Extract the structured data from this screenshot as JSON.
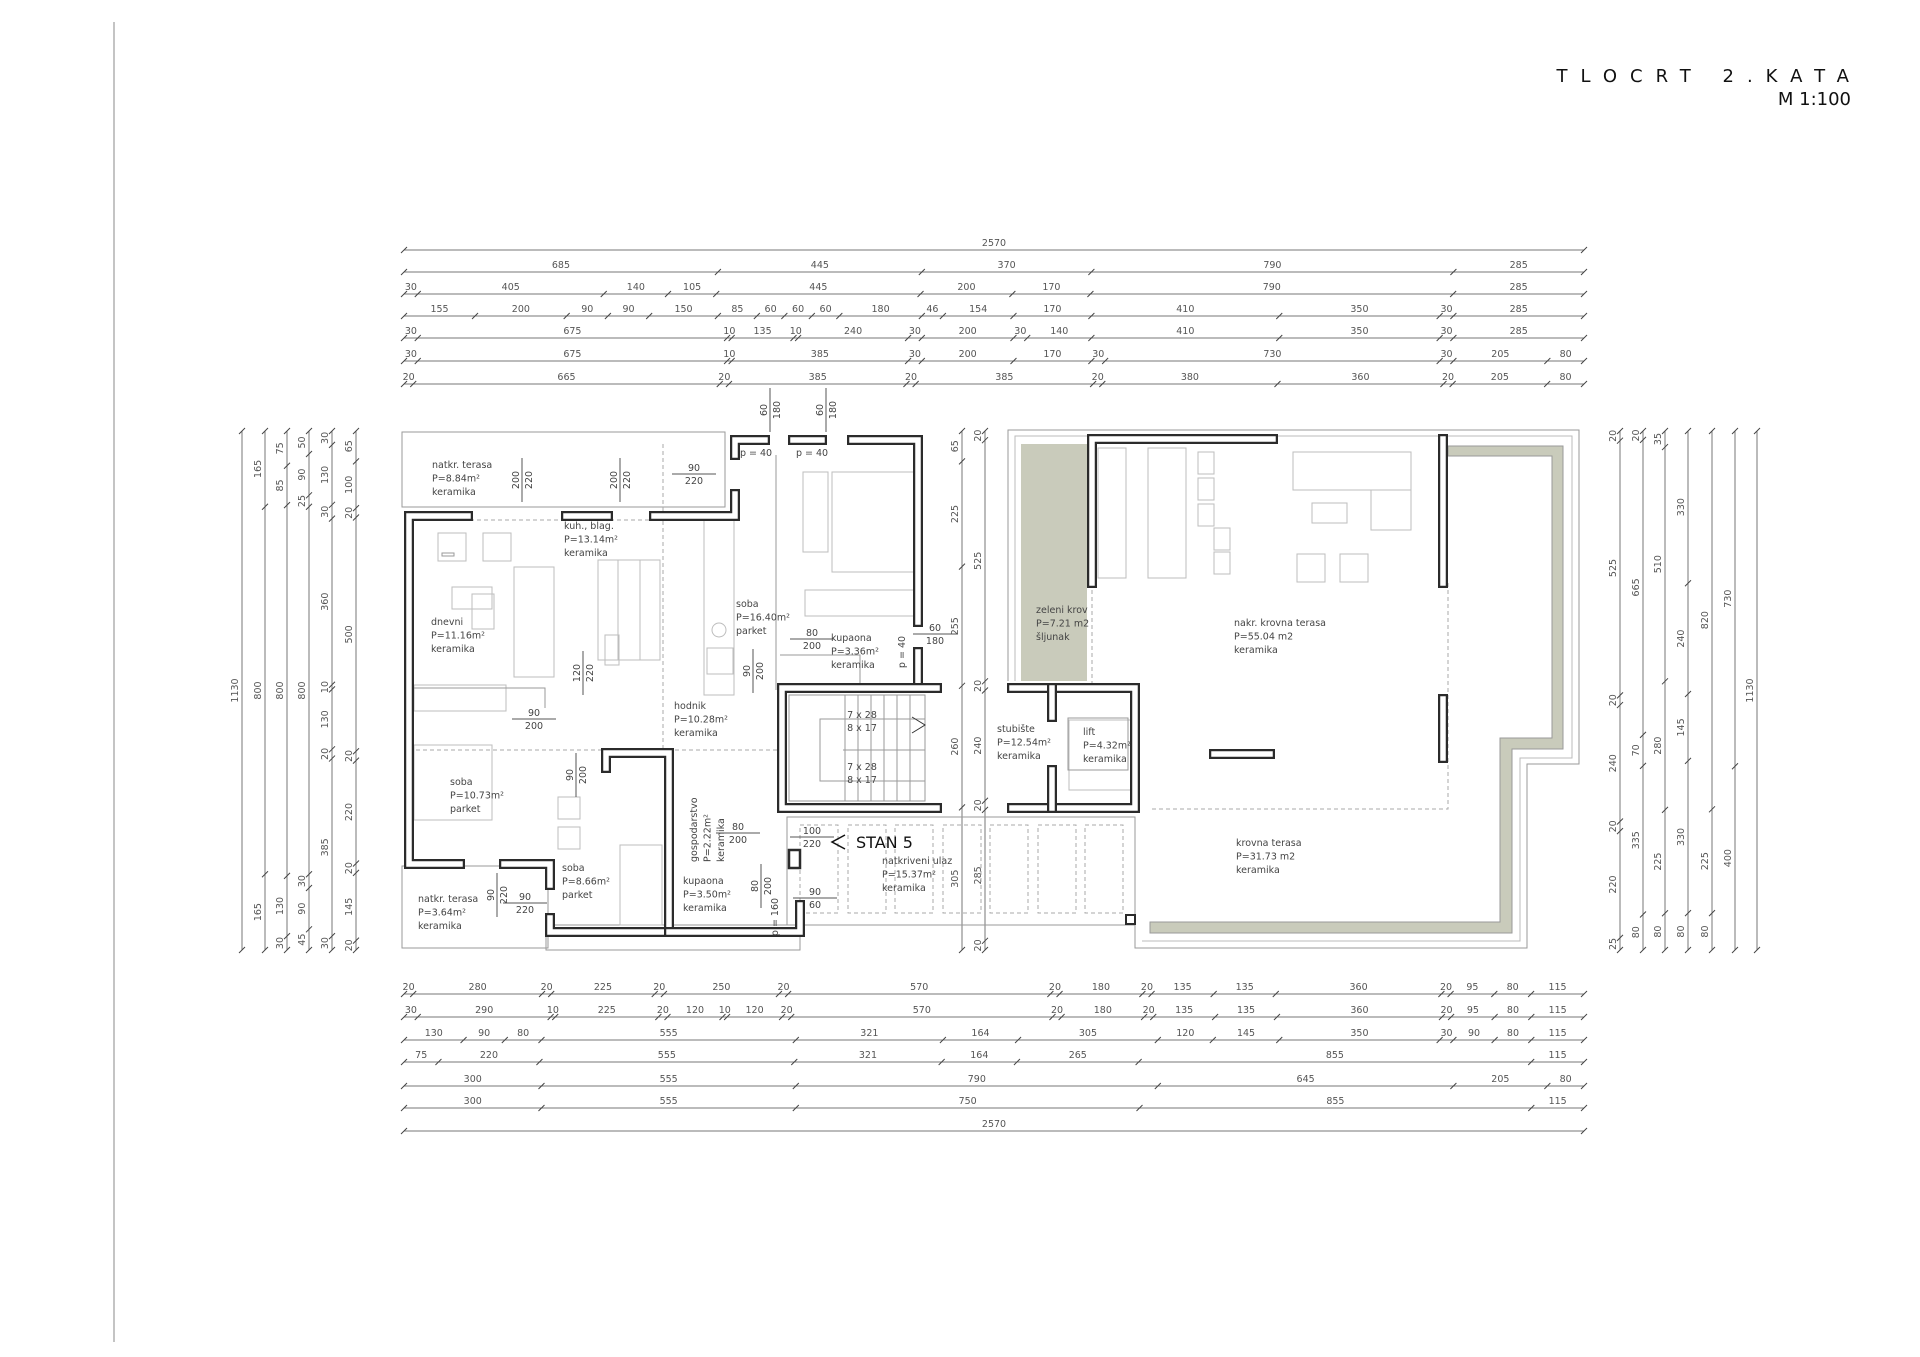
{
  "title": {
    "name": "TLOCRT 2.KATA",
    "scale": "M 1:100"
  },
  "unit_label": "STAN 5",
  "rooms": [
    {
      "name": "natkr. terasa",
      "area": "P=8.84m²",
      "floor": "keramika"
    },
    {
      "name": "kuh., blag.",
      "area": "P=13.14m²",
      "floor": "keramika"
    },
    {
      "name": "dnevni",
      "area": "P=11.16m²",
      "floor": "keramika"
    },
    {
      "name": "soba",
      "area": "P=16.40m²",
      "floor": "parket"
    },
    {
      "name": "kupaona",
      "area": "P=3.36m²",
      "floor": "keramika"
    },
    {
      "name": "hodnik",
      "area": "P=10.28m²",
      "floor": "keramika"
    },
    {
      "name": "soba",
      "area": "P=10.73m²",
      "floor": "parket"
    },
    {
      "name": "soba",
      "area": "P=8.66m²",
      "floor": "parket"
    },
    {
      "name": "natkr. terasa",
      "area": "P=3.64m²",
      "floor": "keramika"
    },
    {
      "name": "gospodarstvo",
      "area": "P=2.22m²",
      "floor": "keramika"
    },
    {
      "name": "kupaona",
      "area": "P=3.50m²",
      "floor": "keramika"
    },
    {
      "name": "natkriveni ulaz",
      "area": "P=15.37m²",
      "floor": "keramika"
    },
    {
      "name": "stubište",
      "area": "P=12.54m²",
      "floor": "keramika"
    },
    {
      "name": "lift",
      "area": "P=4.32m²",
      "floor": "keramika"
    },
    {
      "name": "zeleni krov",
      "area": "P=7.21 m2",
      "floor": "šljunak"
    },
    {
      "name": "nakr. krovna terasa",
      "area": "P=55.04 m2",
      "floor": "keramika"
    },
    {
      "name": "krovna terasa",
      "area": "P=31.73 m2",
      "floor": "keramika"
    }
  ],
  "stairs": [
    "7 x 28",
    "8 x 17",
    "7 x 28",
    "8 x 17"
  ],
  "door_labels": [
    [
      "200",
      "220"
    ],
    [
      "200",
      "220"
    ],
    [
      "90",
      "220"
    ],
    [
      "80",
      "200"
    ],
    [
      "90",
      "200"
    ],
    [
      "120",
      "220"
    ],
    [
      "90",
      "200"
    ],
    [
      "90",
      "200"
    ],
    [
      "80",
      "200"
    ],
    [
      "100",
      "220"
    ],
    [
      "90",
      "220"
    ],
    [
      "90",
      "220"
    ],
    [
      "80",
      "200"
    ],
    [
      "90",
      "60"
    ],
    [
      "60",
      "180"
    ],
    [
      "60",
      "180"
    ],
    [
      "60",
      "180"
    ]
  ],
  "notes": [
    "p = 40",
    "p = 40",
    "p = 40",
    "p = 160"
  ],
  "dimensions": {
    "top": [
      [
        2570
      ],
      [
        685,
        445,
        370,
        790,
        285
      ],
      [
        30,
        405,
        140,
        105,
        445,
        200,
        170,
        790,
        285
      ],
      [
        155,
        200,
        90,
        90,
        150,
        85,
        60,
        60,
        60,
        180,
        46,
        154,
        170,
        410,
        350,
        30,
        285
      ],
      [
        30,
        675,
        10,
        135,
        10,
        240,
        30,
        200,
        30,
        140,
        410,
        350,
        30,
        285
      ],
      [
        30,
        675,
        10,
        385,
        30,
        200,
        170,
        30,
        730,
        30,
        205,
        80
      ],
      [
        20,
        665,
        20,
        385,
        20,
        385,
        20,
        380,
        360,
        20,
        205,
        80
      ]
    ],
    "bottom": [
      [
        20,
        280,
        20,
        225,
        20,
        250,
        20,
        570,
        20,
        180,
        20,
        135,
        135,
        360,
        20,
        95,
        80,
        115
      ],
      [
        30,
        290,
        10,
        225,
        20,
        120,
        10,
        120,
        20,
        570,
        20,
        180,
        20,
        135,
        135,
        360,
        20,
        95,
        80,
        115
      ],
      [
        130,
        90,
        80,
        555,
        321,
        164,
        305,
        120,
        145,
        350,
        30,
        90,
        80,
        115
      ],
      [
        75,
        220,
        555,
        321,
        164,
        265,
        855,
        115
      ],
      [
        300,
        555,
        790,
        645,
        205,
        80
      ],
      [
        300,
        555,
        750,
        855,
        115
      ],
      [
        2570
      ]
    ],
    "left": [
      [
        1130
      ],
      [
        165,
        800,
        165
      ],
      [
        75,
        85,
        800,
        130,
        30
      ],
      [
        50,
        90,
        25,
        800,
        30,
        90,
        45
      ],
      [
        30,
        130,
        30,
        360,
        10,
        130,
        20,
        385,
        30
      ],
      [
        65,
        100,
        20,
        500,
        20,
        220,
        20,
        145,
        20
      ]
    ],
    "middle": [
      [
        65,
        225,
        255,
        260,
        305
      ],
      [
        20,
        525,
        20,
        240,
        20,
        285,
        20
      ]
    ],
    "right": [
      [
        20,
        525,
        20,
        240,
        20,
        220,
        25
      ],
      [
        20,
        665,
        70,
        335,
        80
      ],
      [
        35,
        510,
        280,
        225,
        80
      ],
      [
        330,
        240,
        145,
        330,
        80
      ],
      [
        820,
        225,
        80
      ],
      [
        730,
        400
      ],
      [
        1130
      ]
    ]
  },
  "colors": {
    "wall": "#2b2b2b",
    "green_roof": "#c9cbbb",
    "line": "#777777"
  }
}
